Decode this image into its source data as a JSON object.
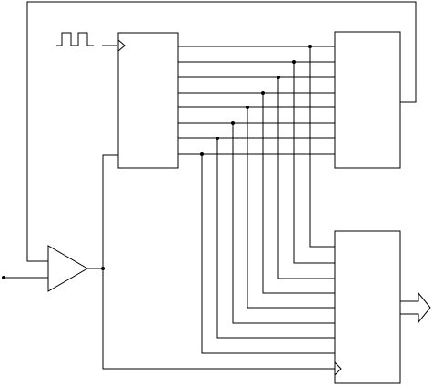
{
  "diagram": {
    "description_free": true,
    "components": [
      {
        "id": "shift-register",
        "kind": "clocked-register"
      },
      {
        "id": "top-right-block",
        "kind": "block"
      },
      {
        "id": "bottom-right-block",
        "kind": "clocked-block"
      },
      {
        "id": "comparator",
        "kind": "amplifier-triangle"
      },
      {
        "id": "clock-source",
        "kind": "pulse-train",
        "pulses": 2
      }
    ],
    "bus_width": 8,
    "colors": {
      "ink": "#000000",
      "background": "#ffffff"
    }
  }
}
